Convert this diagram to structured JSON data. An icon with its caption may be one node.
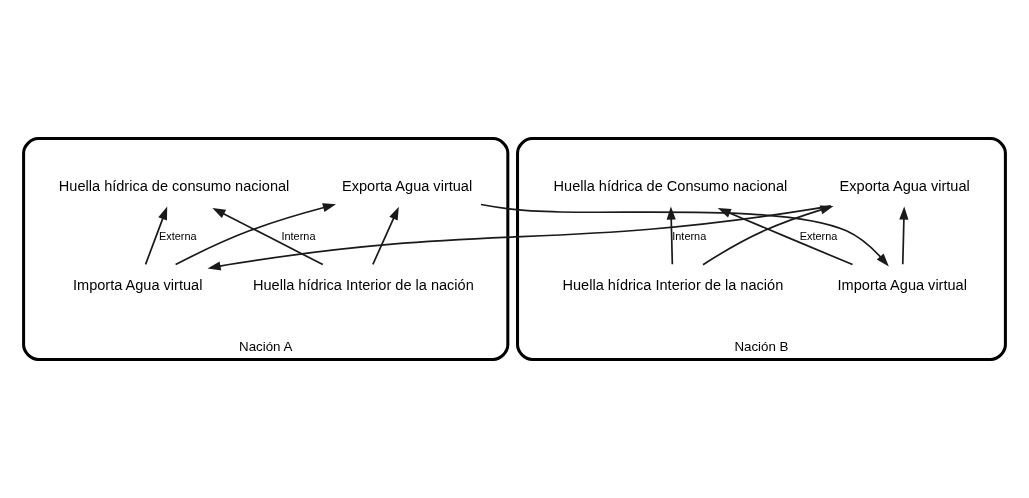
{
  "diagram": {
    "nodes": [
      {
        "text": [
          "Nación A"
        ]
      },
      {
        "text": [
          "Huella hídrica de consumo nacional"
        ],
        "in": 0
      },
      {
        "text": [
          "Exporta Agua virtual"
        ],
        "in": 0
      },
      {
        "text": [
          "Huella hídrica Interior de la nación"
        ],
        "in": 0
      },
      {
        "text": [
          "Importa Agua virtual"
        ],
        "in": 0
      },
      {
        "text": [
          "Nación B"
        ]
      },
      {
        "text": [
          "Huella hídrica de Consumo nacional"
        ],
        "in": 5
      },
      {
        "text": [
          "Exporta Agua virtual"
        ],
        "in": 5
      },
      {
        "text": [
          "Importa Agua virtual"
        ],
        "in": 5
      },
      {
        "text": [
          "Huella hídrica Interior de la nación"
        ],
        "in": 5
      }
    ],
    "edges": [
      {
        "from": 3,
        "to": 1,
        "arrow": "to",
        "label": "Interna"
      },
      {
        "from": 4,
        "to": 1,
        "arrow": "to",
        "label": "Externa"
      },
      {
        "from": 3,
        "to": 2,
        "arrow": "to"
      },
      {
        "from": 4,
        "to": 2,
        "arrow": "to"
      },
      {
        "from": 9,
        "to": 6,
        "arrow": "to",
        "label": "Interna"
      },
      {
        "from": 8,
        "to": 6,
        "arrow": "to",
        "label": "Externa"
      },
      {
        "from": 9,
        "to": 7,
        "arrow": "to"
      },
      {
        "from": 8,
        "to": 7,
        "arrow": "to"
      },
      {
        "from": 2,
        "to": 8,
        "arrow": "to"
      },
      {
        "from": 7,
        "to": 4,
        "arrow": "to"
      }
    ]
  }
}
